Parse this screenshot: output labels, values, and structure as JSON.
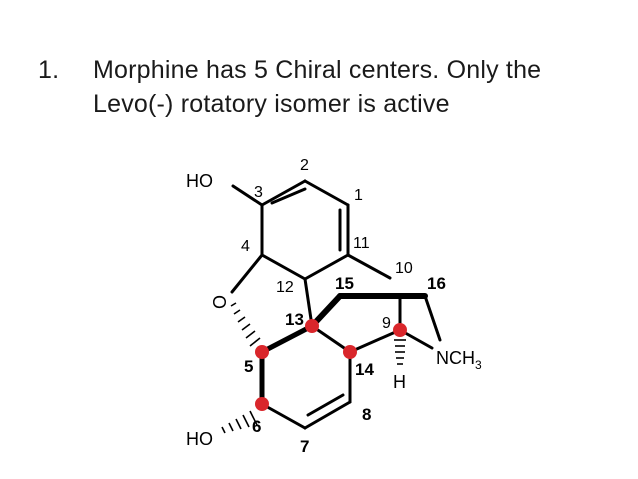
{
  "slide": {
    "number": "1.",
    "line1": "Morphine has 5 Chiral centers. Only the",
    "line2": "Levo(-) rotatory isomer is active"
  },
  "structure": {
    "groups": {
      "ho_top": "HO",
      "ho_bottom": "HO",
      "ring_o": "O",
      "n_methyl": "NCH",
      "n_methyl_sub": "3",
      "h": "H"
    },
    "atom_numbers": {
      "n1": "1",
      "n2": "2",
      "n3": "3",
      "n4": "4",
      "n5": "5",
      "n6": "6",
      "n7": "7",
      "n8": "8",
      "n9": "9",
      "n10": "10",
      "n11": "11",
      "n12": "12",
      "n13": "13",
      "n14": "14",
      "n15": "15",
      "n16": "16"
    },
    "chiral_color": "#d9262b"
  }
}
